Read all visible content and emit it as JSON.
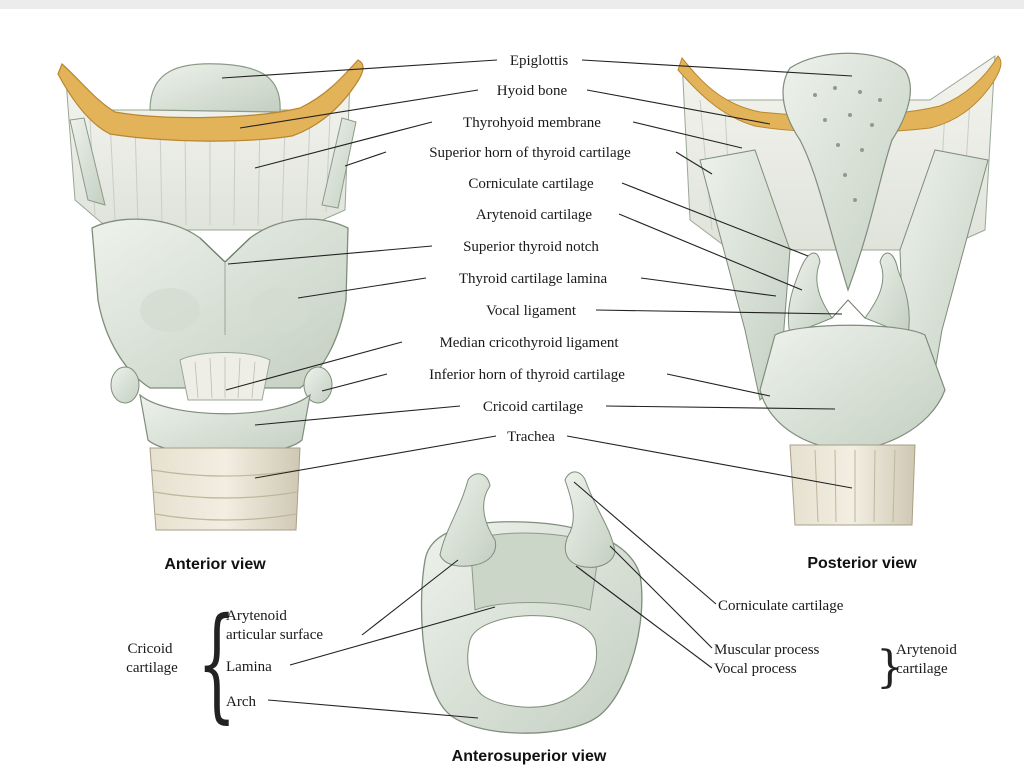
{
  "center_labels": [
    "Epiglottis",
    "Hyoid bone",
    "Thyrohyoid membrane",
    "Superior horn of thyroid cartilage",
    "Corniculate cartilage",
    "Arytenoid cartilage",
    "Superior thyroid notch",
    "Thyroid cartilage lamina",
    "Vocal ligament",
    "Median cricothyroid ligament",
    "Inferior horn of thyroid cartilage",
    "Cricoid cartilage",
    "Trachea"
  ],
  "captions": {
    "anterior": "Anterior view",
    "posterior": "Posterior view",
    "anterosuperior": "Anterosuperior view"
  },
  "bottom_left": {
    "group_label_line1": "Cricoid",
    "group_label_line2": "cartilage",
    "articular_line1": "Arytenoid",
    "articular_line2": "articular surface",
    "lamina": "Lamina",
    "arch": "Arch"
  },
  "bottom_right": {
    "corniculate": "Corniculate cartilage",
    "muscular": "Muscular process",
    "vocal": "Vocal process",
    "group_label_line1": "Arytenoid",
    "group_label_line2": "cartilage"
  },
  "colors": {
    "cartilage": "#dfe6dc",
    "cartilage_shadow": "#b9c6b6",
    "bone": "#e3b35a",
    "membrane": "#eef0ea",
    "trachea": "#d8d2c0"
  }
}
